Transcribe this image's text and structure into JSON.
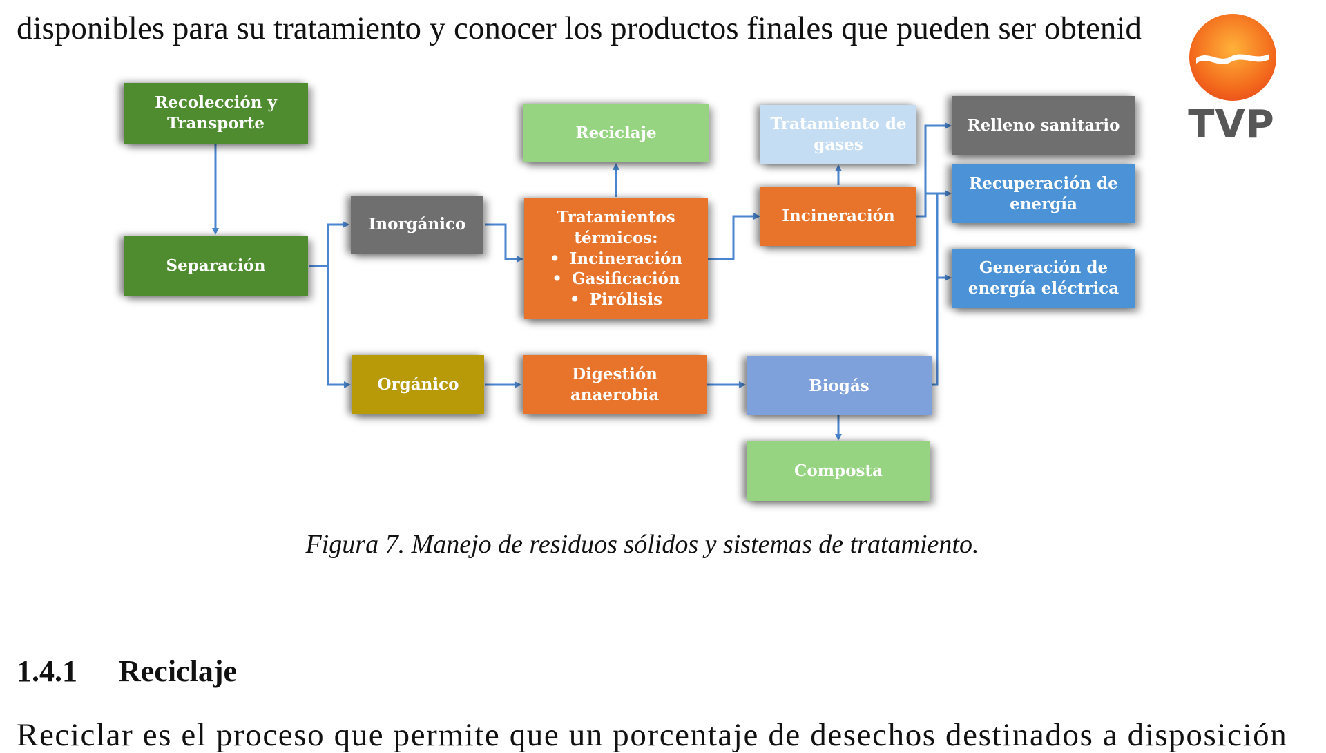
{
  "document": {
    "top_text": "disponibles para su tratamiento y conocer los productos finales que pueden ser obtenid",
    "figure_caption": "Figura 7. Manejo de residuos sólidos y sistemas de tratamiento.",
    "section_number": "1.4.1",
    "section_title": "Reciclaje",
    "bottom_text": "Reciclar es el proceso que permite que un porcentaje de desechos destinados a disposición"
  },
  "diagram": {
    "recoleccion": "Recolección y Transporte",
    "separacion": "Separación",
    "inorganico": "Inorgánico",
    "organico": "Orgánico",
    "reciclaje": "Reciclaje",
    "tratamientos_title": "Tratamientos térmicos:",
    "tratamientos_items": [
      "Incineración",
      "Gasificación",
      "Pirólisis"
    ],
    "digestion": "Digestión anaerobia",
    "tratamiento_gases": "Tratamiento de gases",
    "incineracion": "Incineración",
    "biogas": "Biogás",
    "composta": "Composta",
    "relleno": "Relleno sanitario",
    "recuperacion": "Recuperación de energía",
    "generacion": "Generación de energía eléctrica"
  },
  "logo": {
    "text": "TVP"
  },
  "colors": {
    "green_dark": "#4f8c2f",
    "gray": "#6f6f6f",
    "orange": "#e8742c",
    "gold": "#b89a08",
    "green_light": "#96d482",
    "blue_light": "#c5ddf2",
    "blue": "#4b93d6",
    "blue_lavender": "#7ea1dc",
    "arrow": "#4a86d0"
  }
}
